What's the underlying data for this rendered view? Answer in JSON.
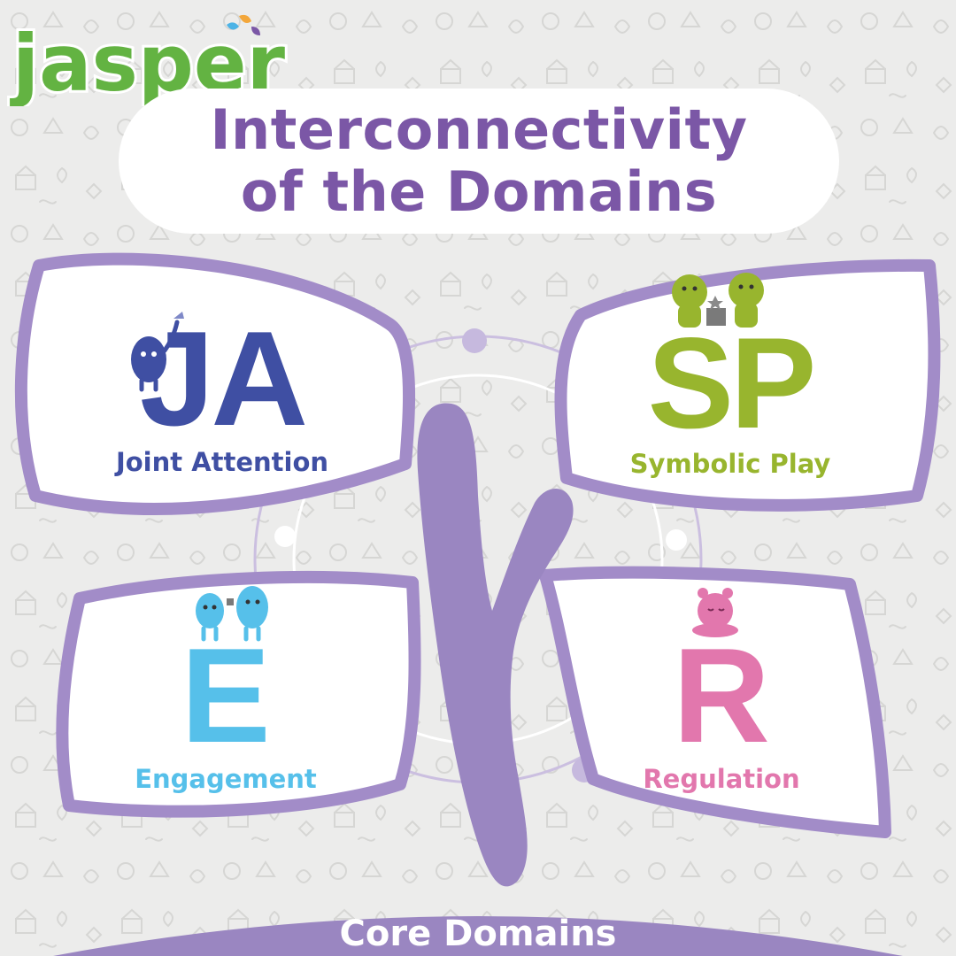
{
  "logo": {
    "text": "jasper"
  },
  "title": {
    "line1": "Interconnectivity",
    "line2": "of the Domains"
  },
  "domains": [
    {
      "abbr": "JA",
      "label": "Joint Attention",
      "color": "#3f4fa3"
    },
    {
      "abbr": "SP",
      "label": "Symbolic Play",
      "color": "#98b52e"
    },
    {
      "abbr": "E",
      "label": "Engagement",
      "color": "#56c0ea"
    },
    {
      "abbr": "R",
      "label": "Regulation",
      "color": "#e277ad"
    }
  ],
  "footer": {
    "label": "Core Domains"
  },
  "colors": {
    "brand_green": "#63b342",
    "brand_purple": "#7b57a6",
    "leaf_border": "#a28cc8",
    "stem": "#9a86c1",
    "background": "#ececeb"
  }
}
